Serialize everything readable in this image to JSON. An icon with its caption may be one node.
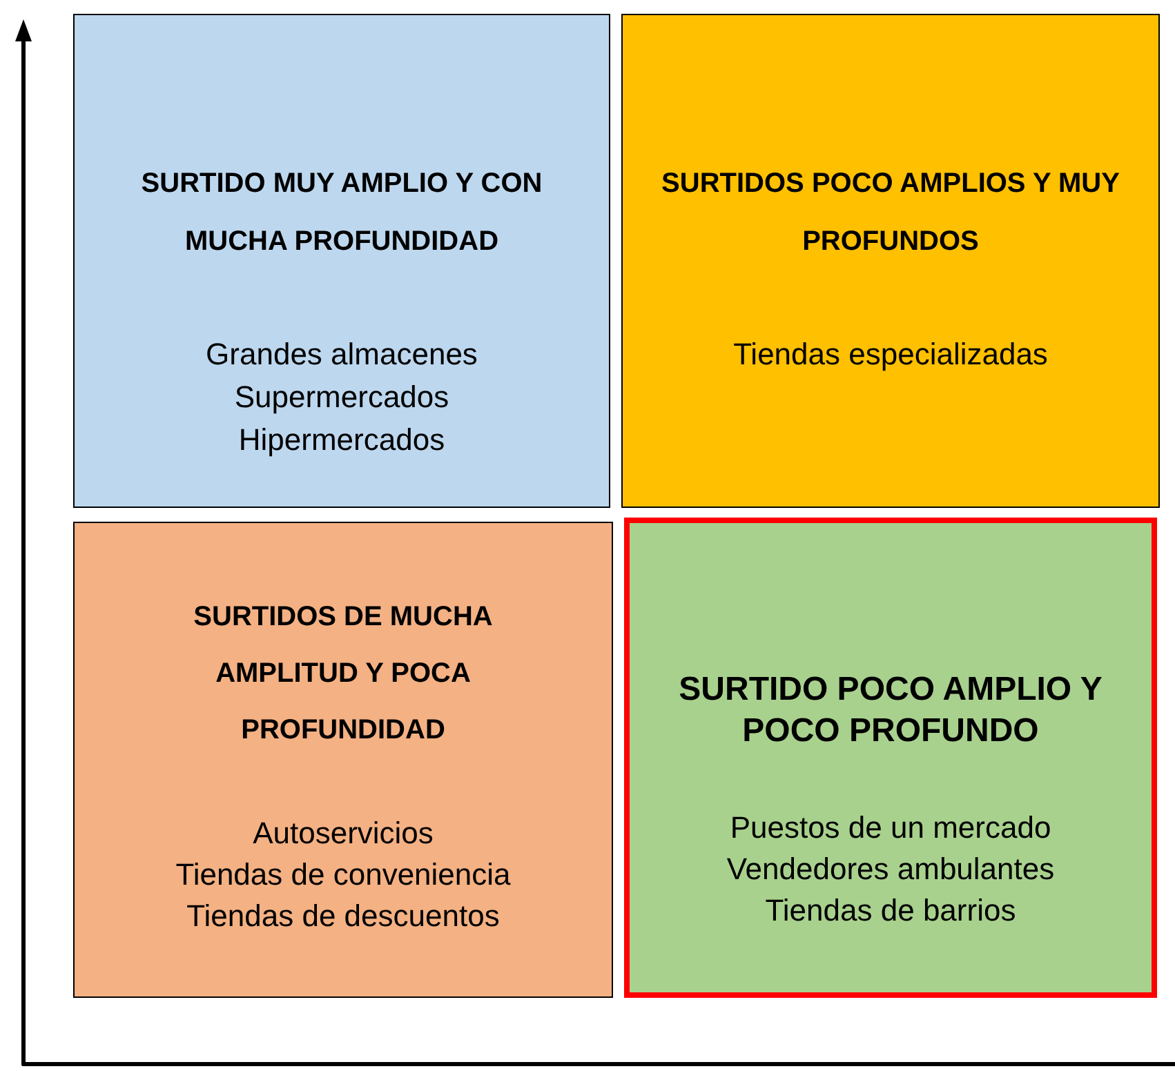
{
  "diagram": {
    "nodes": [
      {
        "text": [
          "SURTIDO MUY AMPLIO Y CON MUCHA PROFUNDIDAD",
          "Grandes almacenes",
          "Supermercados",
          "Hipermercados"
        ]
      },
      {
        "text": [
          "SURTIDOS POCO AMPLIOS Y MUY PROFUNDOS",
          "Tiendas especializadas"
        ]
      },
      {
        "text": [
          "SURTIDOS DE MUCHA AMPLITUD Y POCA PROFUNDIDAD",
          "Autoservicios",
          "Tiendas de conveniencia",
          "Tiendas de descuentos"
        ]
      },
      {
        "text": [
          "SURTIDO POCO AMPLIO Y POCO PROFUNDO",
          "Puestos de un mercado",
          "Vendedores ambulantes",
          "Tiendas de barrios"
        ]
      }
    ]
  }
}
